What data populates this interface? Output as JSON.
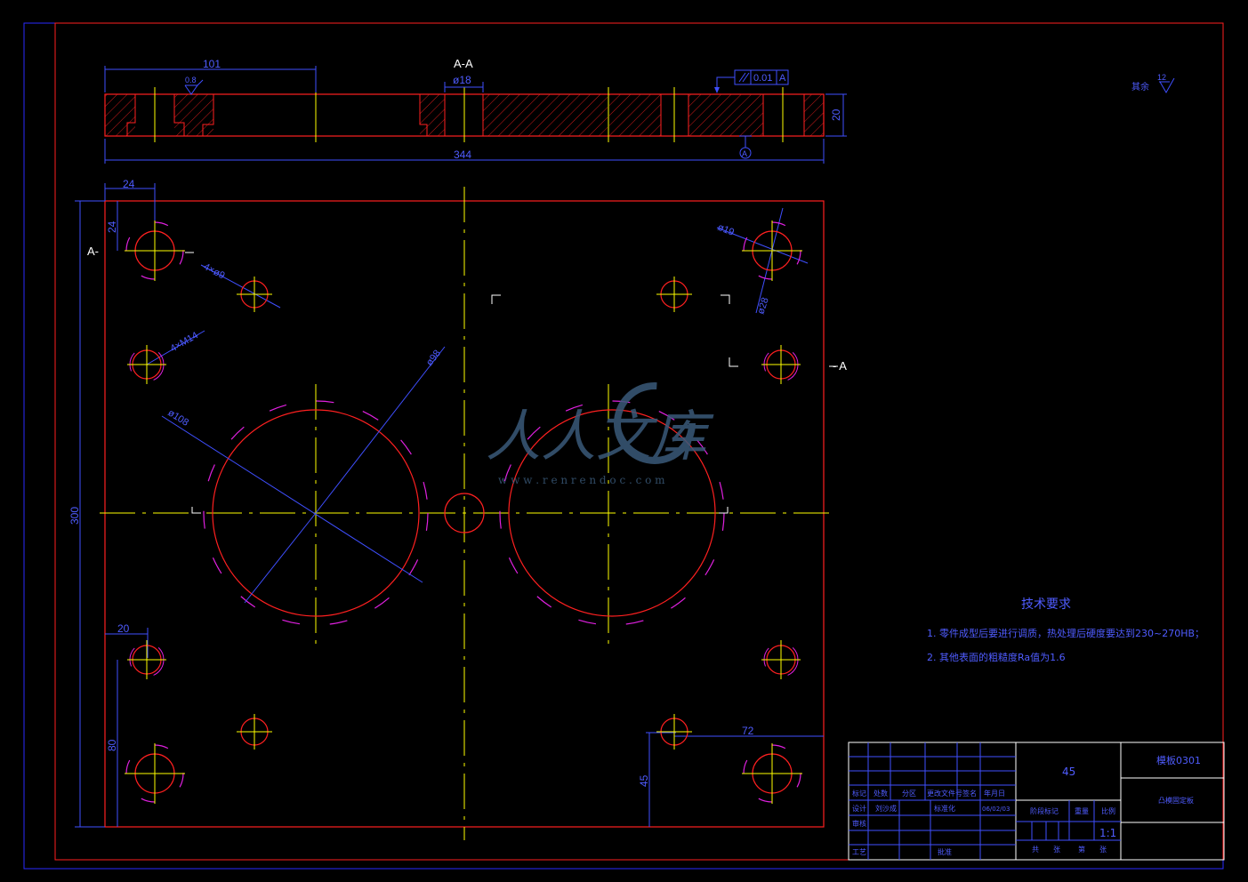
{
  "colors": {
    "background": "#000000",
    "outline": "#ff2020",
    "dimension": "#3f4fff",
    "centerline": "#ffff00",
    "hatch": "#ff2020",
    "arc_mark": "#e020e0",
    "text": "#ffffff"
  },
  "section": {
    "title": "A-A",
    "label_left": "A-",
    "label_right": "- A",
    "dim_101": "101",
    "dim_344": "344",
    "dim_20": "20",
    "dia_18": "ø18",
    "roughness_08": "0.8",
    "tolerance_value": "0.01",
    "tolerance_ref": "A",
    "datum": "A"
  },
  "plan": {
    "dim_24_h": "24",
    "dim_24_v": "24",
    "dim_300": "300",
    "dim_20": "20",
    "dim_80": "80",
    "dim_72": "72",
    "dim_45": "45",
    "note_4x9": "4×ø9",
    "note_4xm14": "4×M14",
    "dia_19": "ø19",
    "dia_28": "ø28",
    "dia_98": "ø98",
    "dia_108": "ø108"
  },
  "surface_finish": {
    "label": "其余",
    "value": "12"
  },
  "tech_requirements": {
    "title": "技术要求",
    "item1": "1.  零件成型后要进行调质，热处理后硬度要达到230~270HB；",
    "item2": "2.  其他表面的粗糙度Ra值为1.6"
  },
  "title_block": {
    "material": "45",
    "drawing_no": "模板0301",
    "part_name": "凸模固定板",
    "scale": "1:1",
    "row_labels": [
      "标记",
      "处数",
      "分区",
      "更改文件号",
      "签名",
      "年月日"
    ],
    "design_label": "设计",
    "designer": "刘沙成",
    "standard_label": "标准化",
    "date": "06/02/03",
    "review_label": "审核",
    "process_label": "工艺",
    "approve_label": "批准",
    "stage_label": "阶段标记",
    "weight_label": "重量",
    "scale_label": "比例",
    "sheets_label": "共",
    "sheet_label": "张",
    "sheet_of_label": "第",
    "sheet2_label": "张"
  },
  "watermark": {
    "text": "人人文库",
    "url": "w w w . r e n r e n d o c . c o m"
  }
}
